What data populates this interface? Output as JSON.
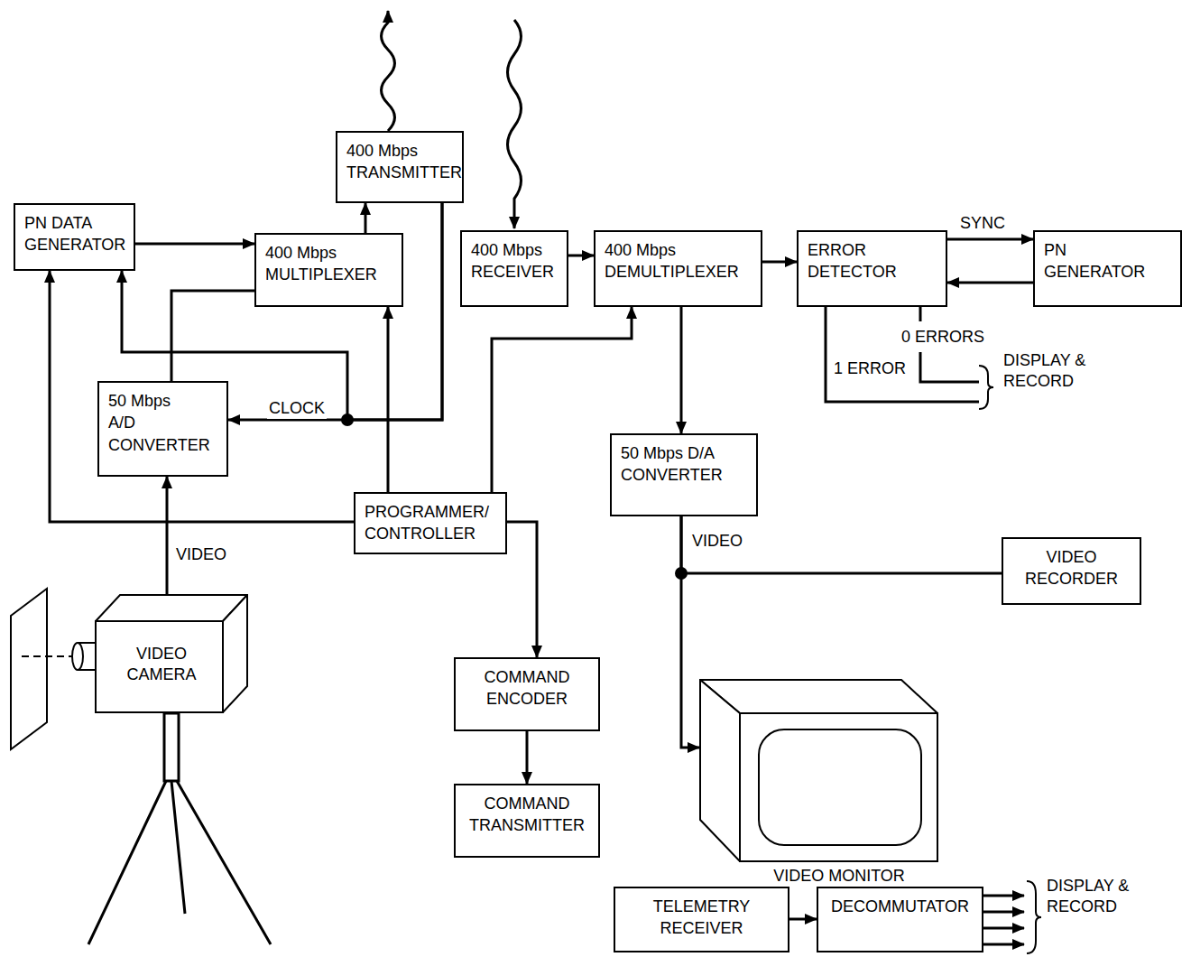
{
  "diagram": {
    "nodes": [
      {
        "text": [
          "PN DATA GENERATOR"
        ]
      },
      {
        "text": [
          "400 Mbps TRANSMITTER"
        ]
      },
      {
        "text": [
          "400 Mbps MULTIPLEXER"
        ]
      },
      {
        "text": [
          "400 Mbps RECEIVER"
        ]
      },
      {
        "text": [
          "400 Mbps DEMULTIPLEXER"
        ]
      },
      {
        "text": [
          "ERROR DETECTOR"
        ]
      },
      {
        "text": [
          "PN GENERATOR"
        ]
      },
      {
        "text": [
          "50 Mbps A/D CONVERTER"
        ]
      },
      {
        "text": [
          "PROGRAMMER/ CONTROLLER"
        ]
      },
      {
        "text": [
          "50 Mbps D/A CONVERTER"
        ]
      },
      {
        "text": [
          "VIDEO RECORDER"
        ]
      },
      {
        "text": [
          "VIDEO CAMERA"
        ]
      },
      {
        "text": [
          "COMMAND ENCODER"
        ]
      },
      {
        "text": [
          "COMMAND TRANSMITTER"
        ]
      },
      {
        "text": [
          "VIDEO MONITOR"
        ]
      },
      {
        "text": [
          "TELEMETRY RECEIVER"
        ]
      },
      {
        "text": [
          "DECOMMUTATOR"
        ]
      }
    ],
    "edges": [
      {
        "from": 0,
        "to": 2,
        "arrow": "to"
      },
      {
        "from": 2,
        "to": 1,
        "arrow": "to"
      },
      {
        "from": 7,
        "to": 2,
        "arrow": "none"
      },
      {
        "from": 1,
        "to": 7,
        "label": "CLOCK",
        "arrow": "to"
      },
      {
        "from": 1,
        "to": 0,
        "arrow": "to"
      },
      {
        "from": 8,
        "to": 2,
        "arrow": "to"
      },
      {
        "from": 8,
        "to": 0,
        "arrow": "to"
      },
      {
        "from": 8,
        "to": 4,
        "arrow": "to"
      },
      {
        "from": 8,
        "to": 12,
        "arrow": "to"
      },
      {
        "from": 12,
        "to": 13,
        "arrow": "to"
      },
      {
        "from": 3,
        "to": 4,
        "arrow": "to"
      },
      {
        "from": 4,
        "to": 5,
        "arrow": "to"
      },
      {
        "from": 5,
        "to": 6,
        "label": "SYNC",
        "arrow": "to"
      },
      {
        "from": 6,
        "to": 5,
        "arrow": "to"
      },
      {
        "from": 4,
        "to": 9,
        "arrow": "to"
      },
      {
        "from": 9,
        "to": 10,
        "arrow": "none"
      },
      {
        "from": 9,
        "to": 14,
        "arrow": "to"
      },
      {
        "from": 11,
        "to": 7,
        "label": "VIDEO",
        "arrow": "to"
      },
      {
        "from": 15,
        "to": 16,
        "arrow": "to"
      }
    ],
    "labels": [
      "VIDEO",
      "0 ERRORS",
      "1 ERROR",
      "DISPLAY & RECORD",
      "DISPLAY & RECORD"
    ]
  }
}
